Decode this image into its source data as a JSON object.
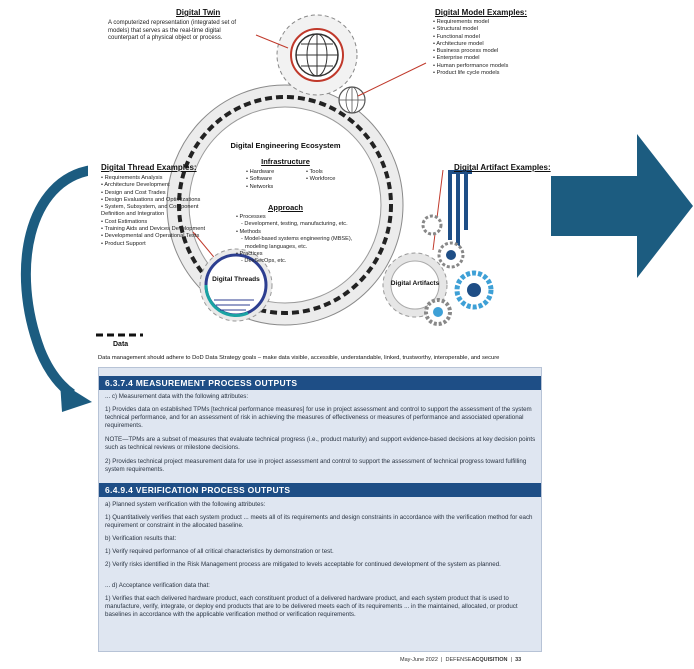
{
  "diagram": {
    "digital_twin": {
      "title": "Digital Twin",
      "description": "A computerized representation (integrated set of models) that serves as the real-time digital counterpart of a physical object or process."
    },
    "digital_model_examples": {
      "title": "Digital Model Examples:",
      "items": [
        "Requirements model",
        "Structural model",
        "Functional model",
        "Architecture model",
        "Business process model",
        "Enterprise model",
        "Human performance models",
        "Product life cycle models"
      ]
    },
    "digital_thread_examples": {
      "title": "Digital Thread Examples:",
      "items": [
        "Requirements Analysis",
        "Architecture Development",
        "Design and Cost Trades",
        "Design Evaluations and Optimizations",
        "System, Subsystem, and Component Definition and Integration",
        "Cost Estimations",
        "Training Aids and Devices Development",
        "Developmental and Operational Tests",
        "Product Support"
      ]
    },
    "digital_artifact_examples": {
      "title": "Digital Artifact Examples:"
    },
    "ecosystem": {
      "title": "Digital Engineering Ecosystem",
      "infrastructure_title": "Infrastructure",
      "infra_left": [
        "Hardware",
        "Software",
        "Networks"
      ],
      "infra_right": [
        "Tools",
        "Workforce"
      ],
      "approach_title": "Approach",
      "approach_lines": [
        "• Processes",
        "- Development, testing, manufacturing, etc.",
        "• Methods",
        "- Model-based systems engineering (MBSE),",
        "modeling languages, etc.",
        "• Practices",
        "- DevSecOps, etc."
      ]
    },
    "digital_threads_label": "Digital Threads",
    "digital_artifacts_label": "Digital Artifacts",
    "legend_data": "Data",
    "data_management_note": "Data management should adhere to DoD Data Strategy goals – make data visible, accessible, understandable, linked, trustworthy, interoperable, and secure"
  },
  "sections": {
    "s1": {
      "title": "6.3.7.4 MEASUREMENT PROCESS OUTPUTS",
      "p1": "... c) Measurement data with the following attributes:",
      "p2": "1) Provides data on established TPMs [technical performance measures] for use in project assessment and control to support the assessment of the system technical performance, and for an assessment of risk in achieving the measures of effectiveness or measures of performance and associated operational requirements.",
      "p3": "NOTE—TPMs are a subset of measures that evaluate technical progress (i.e., product maturity) and support evidence-based decisions at key decision points such as technical reviews or milestone decisions.",
      "p4": "2) Provides technical project measurement data for use in project assessment and control to support the assessment of technical progress toward fulfilling system requirements."
    },
    "s2": {
      "title": "6.4.9.4 VERIFICATION PROCESS OUTPUTS",
      "p1": "a) Planned system verification with the following attributes:",
      "p2": "1) Quantitatively verifies that each system product ... meets all of its requirements and design constraints in accordance with the verification method for each requirement or constraint in the allocated baseline.",
      "p3": "b) Verification results that:",
      "p4": "1) Verify required performance of all critical characteristics by demonstration or test.",
      "p5": "2) Verify risks identified in the Risk Management process are mitigated to levels acceptable for continued development of the system as planned.",
      "p6": "... d) Acceptance verification data that:",
      "p7": "1) Verifies that each delivered hardware product, each constituent product of a delivered hardware product, and each system product that is used to manufacture, verify, integrate, or deploy end products that are to be delivered meets each of its requirements ... in the maintained, allocated, or product baselines in accordance with the applicable verification method or verification requirements."
    }
  },
  "footer": {
    "date": "May-June 2022",
    "brand_prefix": "DEFENSE",
    "brand_main": "ACQUISITION",
    "page": "33"
  },
  "colors": {
    "arrow": "#1c5c80",
    "header_bar": "#1e4e86",
    "panel_bg": "#dfe6f1",
    "accent_red": "#c0392b"
  }
}
